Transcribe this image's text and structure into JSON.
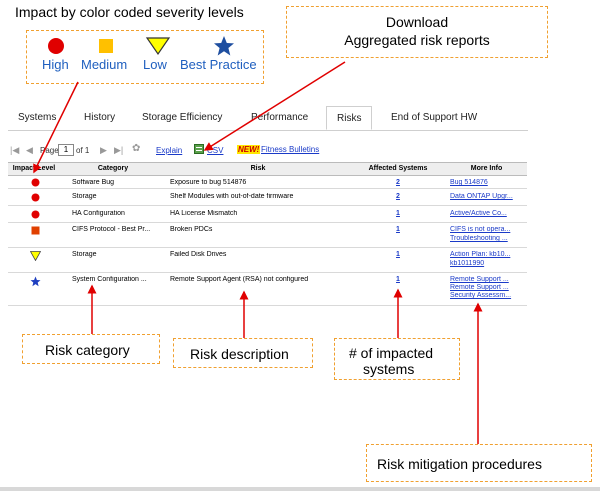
{
  "legend": {
    "title": "Impact by color coded severity levels",
    "items": [
      {
        "label": "High",
        "icon": "red-circle-icon",
        "color": "#e00000"
      },
      {
        "label": "Medium",
        "icon": "orange-square-icon",
        "color": "#ffc000"
      },
      {
        "label": "Low",
        "icon": "yellow-triangle-icon",
        "color": "#ffff00"
      },
      {
        "label": "Best Practice",
        "icon": "blue-star-icon",
        "color": "#1f4fa0"
      }
    ]
  },
  "download_callout": {
    "line1": "Download",
    "line2": "Aggregated risk reports"
  },
  "tabs": [
    "Systems",
    "History",
    "Storage Efficiency",
    "Performance",
    "Risks",
    "End of Support HW"
  ],
  "active_tab": "Risks",
  "toolbar": {
    "page_label": "Page",
    "page_value": "1",
    "of_label": "of 1",
    "explain": "Explain",
    "csv": "CSV",
    "new_badge": "NEW!",
    "fitness": "Fitness Bulletins"
  },
  "table": {
    "headers": [
      "Impact Level",
      "Category",
      "Risk",
      "Affected Systems",
      "More Info"
    ],
    "rows": [
      {
        "severity": "high",
        "category": "Software Bug",
        "risk": "Exposure to bug 514876",
        "affected": "2",
        "info": [
          "Bug 514876"
        ]
      },
      {
        "severity": "high",
        "category": "Storage",
        "risk": "Shelf Modules with out-of-date firmware",
        "affected": "2",
        "info": [
          "Data ONTAP Upgr..."
        ]
      },
      {
        "severity": "high",
        "category": "HA Configuration",
        "risk": "HA License Mismatch",
        "affected": "1",
        "info": [
          "Active/Active Co..."
        ]
      },
      {
        "severity": "medium",
        "category": "CIFS Protocol - Best Pr...",
        "risk": "Broken PDCs",
        "affected": "1",
        "info": [
          "CIFS is not opera...",
          "Troubleshooting ..."
        ]
      },
      {
        "severity": "low",
        "category": "Storage",
        "risk": "Failed Disk Drives",
        "affected": "1",
        "info": [
          "Action Plan: kb10...",
          "kb1011990"
        ]
      },
      {
        "severity": "best",
        "category": "System Configuration ...",
        "risk": "Remote Support Agent (RSA) not configured",
        "affected": "1",
        "info": [
          "Remote Support ...",
          "Remote Support ...",
          "Security Assessm..."
        ]
      }
    ]
  },
  "callouts": {
    "category": "Risk category",
    "description": "Risk description",
    "impacted_line1": "# of impacted",
    "impacted_line2": "systems",
    "mitigation": "Risk mitigation procedures"
  },
  "colors": {
    "arrow": "#e00000",
    "callout_border": "#f0a030",
    "link": "#1a3ac8"
  }
}
